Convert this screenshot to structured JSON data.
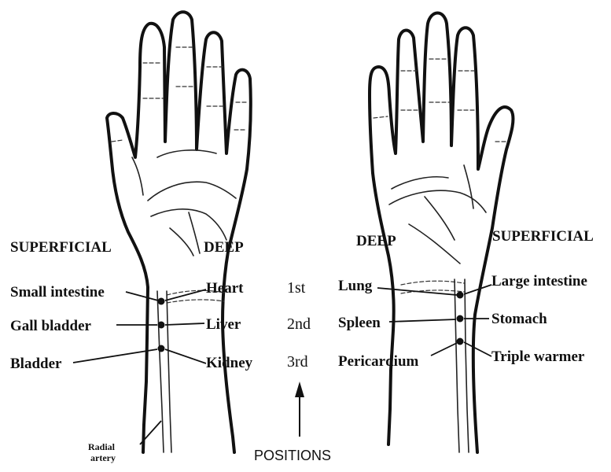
{
  "left_hand": {
    "superficial_header": "SUPERFICIAL",
    "deep_header": "DEEP",
    "superficial": [
      "Small intestine",
      "Gall bladder",
      "Bladder"
    ],
    "deep": [
      "Heart",
      "Liver",
      "Kidney"
    ],
    "artery_label_line1": "Radial",
    "artery_label_line2": "artery"
  },
  "right_hand": {
    "deep_header": "DEEP",
    "superficial_header": "SUPERFICIAL",
    "deep": [
      "Lung",
      "Spleen",
      "Pericardium"
    ],
    "superficial": [
      "Large intestine",
      "Stomach",
      "Triple warmer"
    ]
  },
  "positions": {
    "labels": [
      "1st",
      "2nd",
      "3rd"
    ],
    "caption": "POSITIONS"
  }
}
